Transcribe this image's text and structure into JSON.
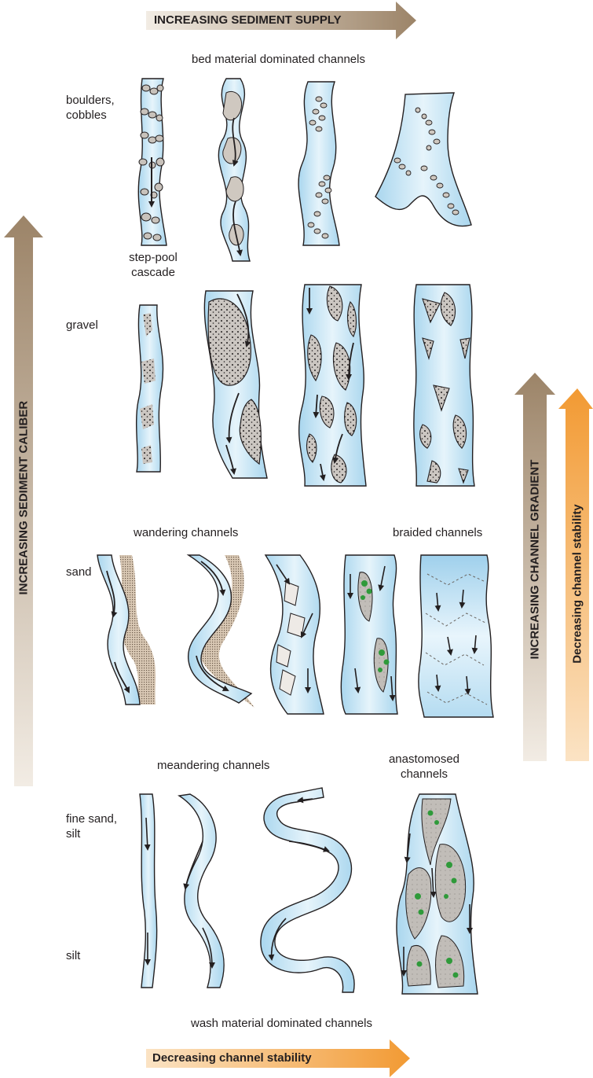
{
  "arrows": {
    "top": "INCREASING SEDIMENT SUPPLY",
    "bottom": "Decreasing channel stability",
    "left": "INCREASING SEDIMENT CALIBER",
    "right_gradient": "INCREASING CHANNEL GRADIENT",
    "right_stability": "Decreasing channel stability"
  },
  "rows": {
    "boulders": "boulders,\ncobbles",
    "gravel": "gravel",
    "sand": "sand",
    "fine_sand": "fine sand,\nsilt",
    "silt": "silt"
  },
  "groups": {
    "bed_material": "bed material dominated channels",
    "step_pool": "step-pool\ncascade",
    "wandering": "wandering channels",
    "braided": "braided channels",
    "meandering": "meandering channels",
    "anastomosed": "anastomosed\nchannels",
    "wash_material": "wash material dominated channels"
  },
  "colors": {
    "water": "#c9e6f5",
    "water_light": "#eaf6fc",
    "bar": "#c8c4c0",
    "outline": "#231f20",
    "arrow_tan": "#a08a72",
    "arrow_orange": "#f3a03c",
    "vegetation": "#2f9a3a"
  }
}
